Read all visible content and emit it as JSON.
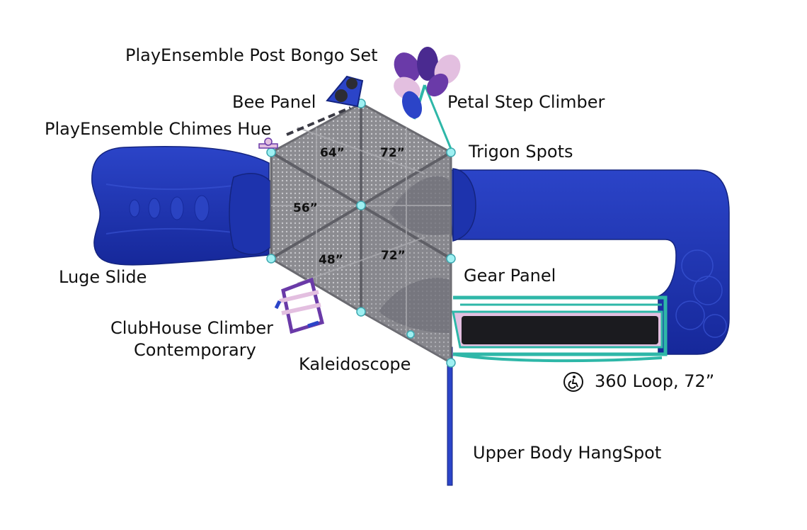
{
  "labels": {
    "bongo": "PlayEnsemble Post Bongo Set",
    "bee_panel": "Bee Panel",
    "petal_step": "Petal Step Climber",
    "chimes": "PlayEnsemble Chimes Hue",
    "trigon": "Trigon Spots",
    "luge": "Luge Slide",
    "gear": "Gear Panel",
    "clubhouse_line1": "ClubHouse Climber",
    "clubhouse_line2": "Contemporary",
    "kaleidoscope": "Kaleidoscope",
    "loop": "360 Loop, 72”",
    "hangspot": "Upper Body HangSpot"
  },
  "deck_heights": {
    "top_left": "64”",
    "top_right": "72”",
    "mid_left": "56”",
    "bottom_left": "48”",
    "bottom_right": "72”"
  },
  "icons": {
    "accessibility": "wheelchair-accessible-icon"
  },
  "colors": {
    "slide_blue": "#1f35b4",
    "rail_teal": "#2eb7a8",
    "deck_gray": "#8e8e93",
    "petal_purple": "#6a3aa8",
    "petal_pink": "#e3bfe0",
    "node_cyan": "#9ff0f2"
  }
}
